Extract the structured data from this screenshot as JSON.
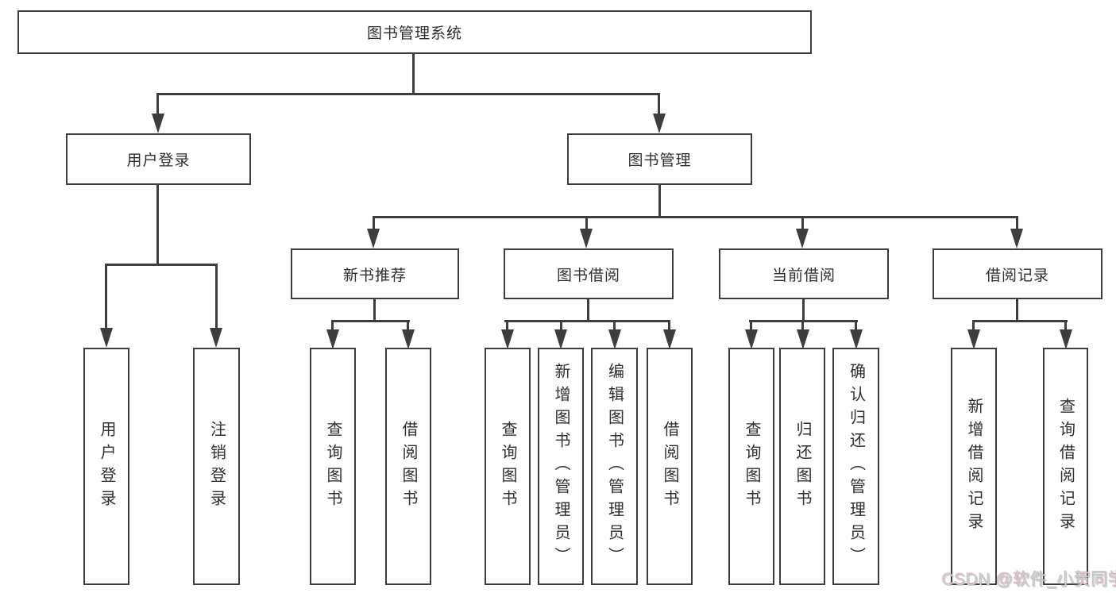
{
  "diagram_type": "hierarchy-tree",
  "colors": {
    "line": "#3d3d3d",
    "text": "#2f2f2f",
    "background": "#ffffff",
    "watermark": "#cfcfcf"
  },
  "tree": {
    "label": "图书管理系统",
    "children": [
      {
        "label": "用户登录",
        "children": [
          {
            "label": "用户登录"
          },
          {
            "label": "注销登录"
          }
        ]
      },
      {
        "label": "图书管理",
        "children": [
          {
            "label": "新书推荐",
            "children": [
              {
                "label": "查询图书"
              },
              {
                "label": "借阅图书"
              }
            ]
          },
          {
            "label": "图书借阅",
            "children": [
              {
                "label": "查询图书"
              },
              {
                "label": "新增图书（管理员）"
              },
              {
                "label": "编辑图书（管理员）"
              },
              {
                "label": "借阅图书"
              }
            ]
          },
          {
            "label": "当前借阅",
            "children": [
              {
                "label": "查询图书"
              },
              {
                "label": "归还图书"
              },
              {
                "label": "确认归还（管理员）"
              }
            ]
          },
          {
            "label": "借阅记录",
            "children": [
              {
                "label": "新增借阅记录"
              },
              {
                "label": "查询借阅记录"
              }
            ]
          }
        ]
      }
    ]
  },
  "watermark": {
    "text": "CSDN @软件_小贺同学"
  }
}
